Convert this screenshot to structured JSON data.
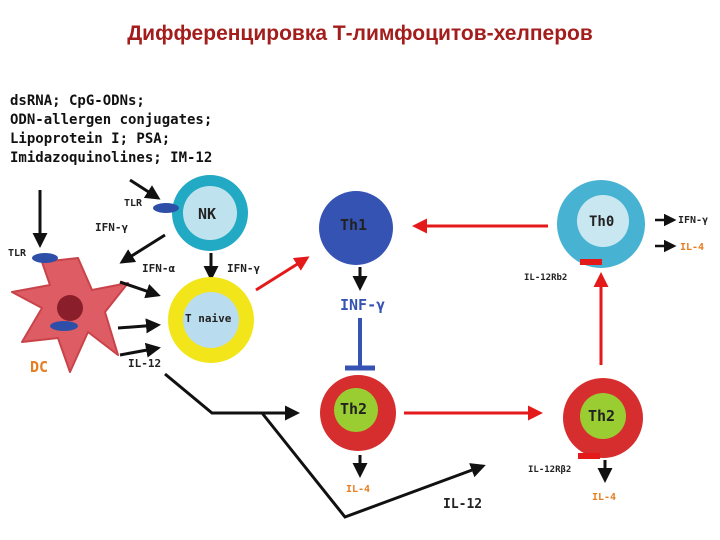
{
  "title": "Дифференцировка Т-лимфоцитов-хелперов",
  "ligands": [
    "dsRNA; CpG-ODNs;",
    "ODN-allergen conjugates;",
    "Lipoprotein I; PSA;",
    "Imidazoquinolines; IM-12"
  ],
  "labels": {
    "tlr_nk": "TLR",
    "tlr_dc": "TLR",
    "nk": "NK",
    "ifn_gamma_nk": "IFN-γ",
    "ifn_alpha": "IFN-α",
    "ifn_gamma_naive": "IFN-γ",
    "t_naive": "T naive",
    "dc": "DC",
    "il12_dc": "IL-12",
    "th1": "Th1",
    "inf_gamma": "INF-γ",
    "th2_left": "Th2",
    "il4_left": "IL-4",
    "il12_bottom": "IL-12",
    "th0": "Th0",
    "ifn_gamma_th0": "IFN-γ",
    "il4_th0": "IL-4",
    "il12rb2_th0": "IL-12Rb2",
    "th2_right": "Th2",
    "il12rb2_th2": "IL-12Rβ2",
    "il4_right": "IL-4"
  },
  "colors": {
    "title": "#a41d1d",
    "nk_outer": "#22a9c4",
    "nk_inner": "#bfe3ee",
    "naive_outer": "#f2e61b",
    "naive_inner": "#b9dcef",
    "th1": "#3553b3",
    "th2_outer": "#d62e2e",
    "th2_inner": "#9acd32",
    "th0_outer": "#48b2d2",
    "th0_inner": "#c9e7f1",
    "dc": "#de5c63",
    "receptor": "#2e4fa8",
    "red_arrow": "#e41a1a",
    "orange_label": "#e67e22"
  }
}
